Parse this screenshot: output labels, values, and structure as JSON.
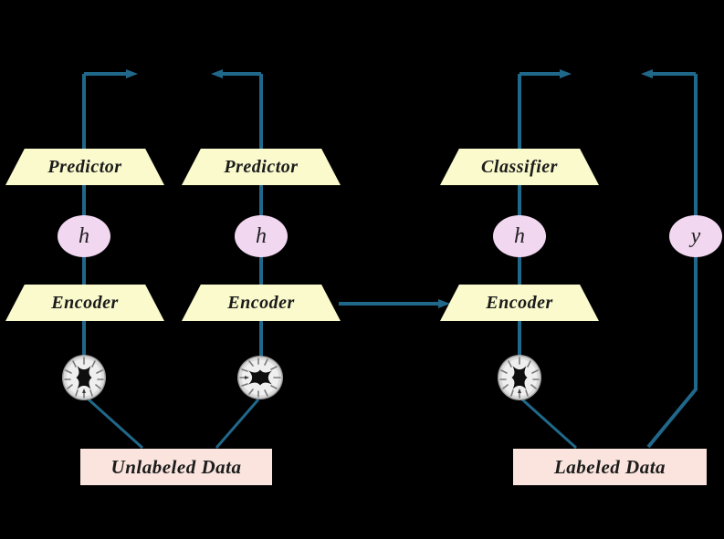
{
  "figure": {
    "type": "architecture-diagram",
    "background": "#000000"
  },
  "colors": {
    "arrow": "#20688a",
    "trapezoid_fill": "#fafacd",
    "state_fill": "#f2d7f0",
    "data_box_fill": "#fae4dd",
    "label_text": "#1b1b1b"
  },
  "nodes": {
    "predictor_left": {
      "label": "Predictor"
    },
    "predictor_mid": {
      "label": "Predictor"
    },
    "classifier": {
      "label": "Classifier"
    },
    "h_left": {
      "label": "h"
    },
    "h_mid": {
      "label": "h"
    },
    "h_right": {
      "label": "h"
    },
    "y_right": {
      "label": "y"
    },
    "encoder_left": {
      "label": "Encoder"
    },
    "encoder_mid": {
      "label": "Encoder"
    },
    "encoder_right": {
      "label": "Encoder"
    },
    "unlabeled_data": {
      "label": "Unlabeled Data"
    },
    "labeled_data": {
      "label": "Labeled Data"
    }
  },
  "icons": {
    "brain_left": "brain-mri-axial",
    "brain_mid": "brain-mri-axial-rotated",
    "brain_right": "brain-mri-axial"
  }
}
